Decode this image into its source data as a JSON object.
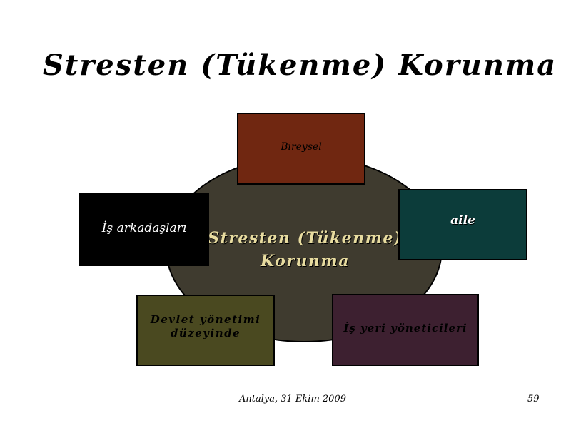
{
  "slide": {
    "title": "Stresten (Tükenme) Korunma",
    "center_label_line1": "Stresten (Tükenme)",
    "center_label_line2": "Korunma",
    "boxes": [
      {
        "label": "Bireysel",
        "color": "#702711"
      },
      {
        "label": "İş arkadaşları",
        "color": "#000000"
      },
      {
        "label": "aile",
        "color": "#0c3c3a"
      },
      {
        "label_line1": "Devlet yönetimi",
        "label_line2": "düzeyinde",
        "color": "#4a4920"
      },
      {
        "label": "İş yeri yöneticileri",
        "color": "#3d2030"
      }
    ],
    "ellipse_color": "#3f3b2f",
    "footer": {
      "location_date": "Antalya, 31 Ekim 2009",
      "page_number": "59"
    }
  }
}
